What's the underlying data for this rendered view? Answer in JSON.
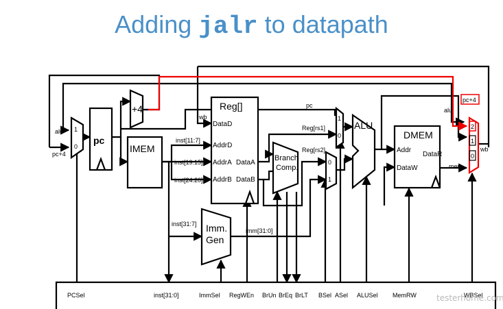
{
  "title": {
    "prefix": "Adding ",
    "code": "jalr",
    "suffix": " to datapath"
  },
  "watermark": "testerhome.com",
  "colors": {
    "title": "#4a90c8",
    "highlight": "#ff0000",
    "line": "#000000"
  },
  "blocks": {
    "pc": "pc",
    "plus4": "+4",
    "imem": "IMEM",
    "reg": "Reg[]",
    "alu": "ALU",
    "dmem": "DMEM",
    "branch_line1": "Branch",
    "branch_line2": "Comp.",
    "immgen_line1": "Imm.",
    "immgen_line2": "Gen"
  },
  "ports": {
    "dataD": "DataD",
    "addrD": "AddrD",
    "addrA": "AddrA",
    "addrB": "AddrB",
    "dataA": "DataA",
    "dataB": "DataB",
    "addr": "Addr",
    "dataW": "DataW",
    "dataR": "DataR"
  },
  "labels": {
    "alu_left": "alu",
    "pc4_left": "pc+4",
    "pcmux_1": "1",
    "pcmux_0": "0",
    "wb_reg": "wb",
    "inst_11_7": "inst[11:7]",
    "inst_19_15": "inst[19:15]",
    "inst_24_20": "inst[24:20]",
    "inst_31_7": "inst[31:7]",
    "imm_31_0": "imm[31:0]",
    "pc_amux": "pc",
    "reg_rs1": "Reg[rs1]",
    "reg_rs2": "Reg[rs2]",
    "amux_1": "1",
    "amux_0": "0",
    "bmux_0": "0",
    "bmux_1": "1",
    "alu_wb": "alu",
    "pc4_wb": "pc+4",
    "mem": "mem",
    "wb_out": "wb",
    "wbmux_2": "2",
    "wbmux_1": "1",
    "wbmux_0": "0"
  },
  "control_signals": [
    "PCSel",
    "inst[31:0]",
    "ImmSel",
    "RegWEn",
    "BrUn",
    "BrEq",
    "BrLT",
    "BSel",
    "ASel",
    "ALUSel",
    "MemRW",
    "WBSel"
  ]
}
